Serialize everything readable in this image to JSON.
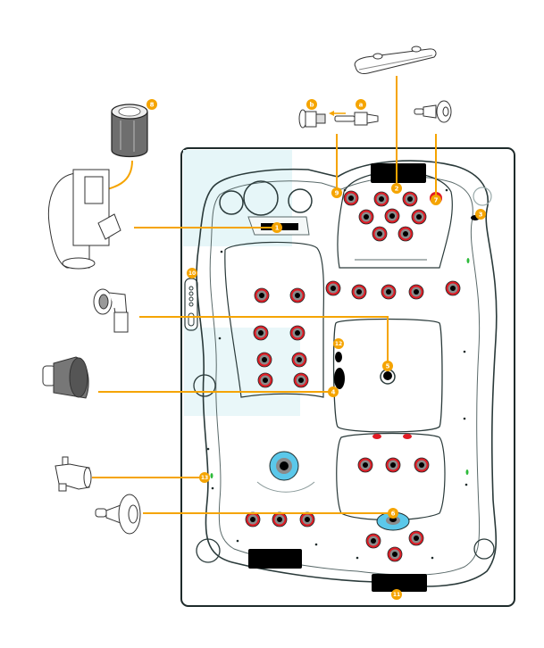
{
  "diagram": {
    "title": "Spa / hot tub component layout",
    "accent_color": "#f5a400",
    "jet_ring_color": "#e01b24",
    "jet_face_color": "#8a8a8a",
    "highlight_color": "#5bc8ea",
    "tub_outline_color": "#1e2b2b",
    "callouts": [
      {
        "id": "1",
        "label": "1",
        "part": "skimmer-weir"
      },
      {
        "id": "2",
        "label": "2",
        "part": "headrest-pillow"
      },
      {
        "id": "3",
        "label": "3",
        "part": "cup-holder-drain"
      },
      {
        "id": "4",
        "label": "4",
        "part": "diverter-valve"
      },
      {
        "id": "5",
        "label": "5",
        "part": "suction-fitting"
      },
      {
        "id": "6",
        "label": "6",
        "part": "footwell-jet"
      },
      {
        "id": "7",
        "label": "7",
        "part": "mini-jet"
      },
      {
        "id": "8",
        "label": "8",
        "part": "filter-cartridge"
      },
      {
        "id": "9",
        "label": "9",
        "part": "air-control"
      },
      {
        "id": "10",
        "label": "10",
        "part": "control-panel"
      },
      {
        "id": "11",
        "label": "11",
        "part": "lower-pillow-drain"
      },
      {
        "id": "12",
        "label": "12",
        "part": "air-valve"
      },
      {
        "id": "13",
        "label": "13",
        "part": "drain-valve"
      }
    ],
    "sub_labels": [
      {
        "id": "a",
        "label": "a",
        "part": "air-injector-insert"
      },
      {
        "id": "b",
        "label": "b",
        "part": "air-injector-body"
      }
    ]
  }
}
